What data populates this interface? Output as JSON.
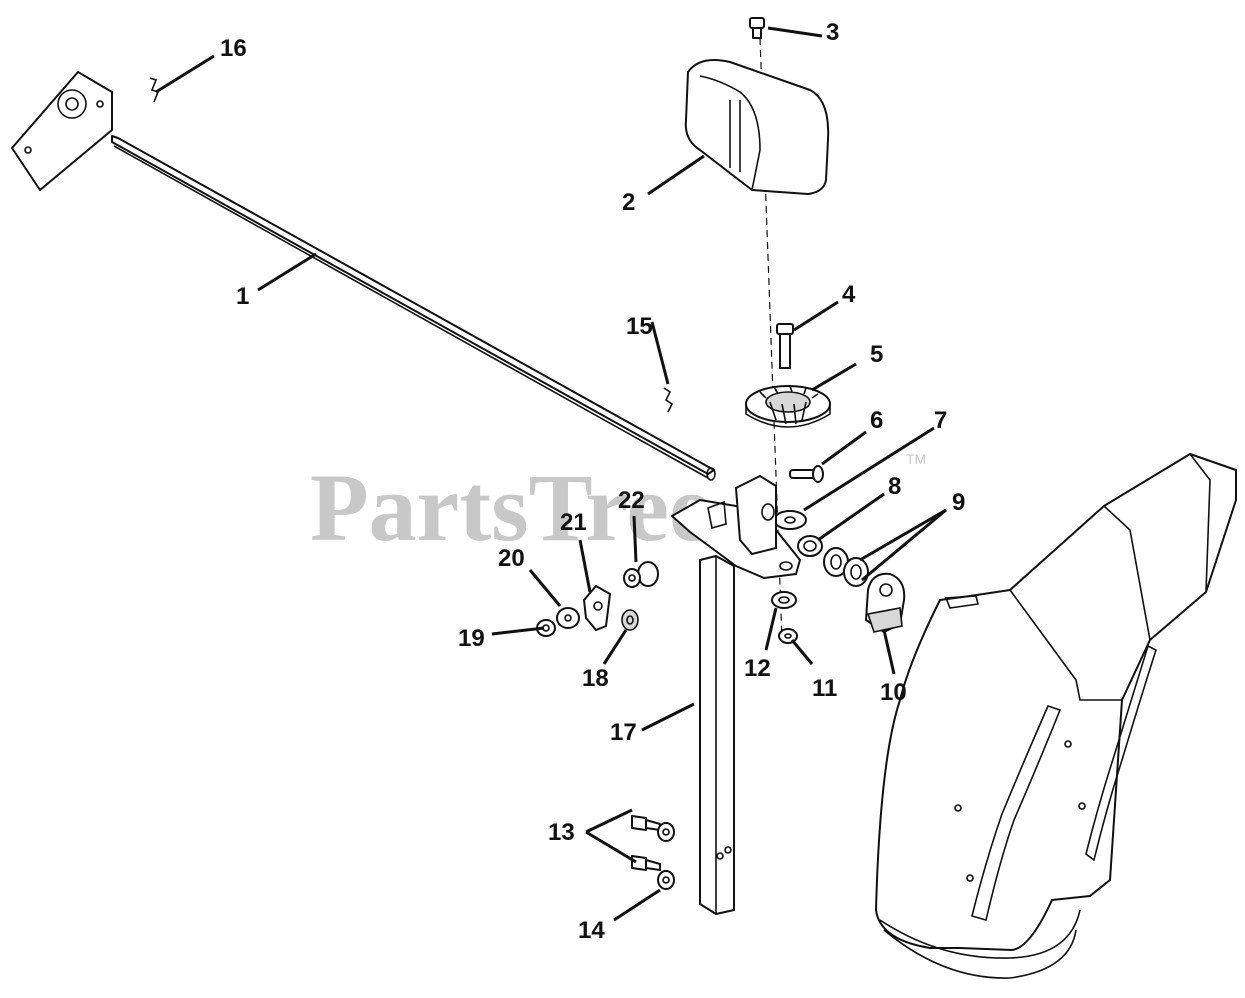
{
  "watermark": {
    "text": "PartsTree",
    "trademark": "TM"
  },
  "callouts": [
    "1",
    "2",
    "3",
    "4",
    "5",
    "6",
    "7",
    "8",
    "9",
    "10",
    "11",
    "12",
    "13",
    "14",
    "15",
    "16",
    "17",
    "18",
    "19",
    "20",
    "21",
    "22"
  ],
  "colors": {
    "ink": "#111111",
    "watermark": "#c8c8c8",
    "background": "#ffffff"
  }
}
